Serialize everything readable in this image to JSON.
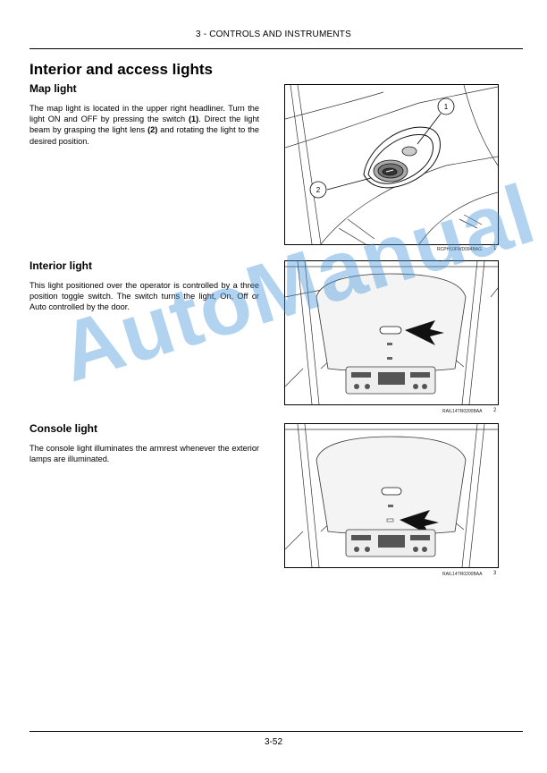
{
  "header": {
    "chapter": "3 - CONTROLS AND INSTRUMENTS"
  },
  "title": "Interior and access lights",
  "sections": [
    {
      "heading": "Map light",
      "text_parts": [
        "The map light is located in the upper right headliner. Turn the light ON and OFF by pressing the switch ",
        "(1)",
        ". Direct the light beam by grasping the light lens ",
        "(2)",
        " and rotating the light to the desired position."
      ],
      "figure": {
        "callouts": [
          "1",
          "2"
        ],
        "code": "RCPH10FWD094BAG",
        "number": "1"
      }
    },
    {
      "heading": "Interior light",
      "text": "This light positioned over the operator is controlled by a three position toggle switch. The switch turns the light, On, Off or Auto controlled by the door.",
      "figure": {
        "code": "RAIL14TR0200BAA",
        "number": "2"
      }
    },
    {
      "heading": "Console light",
      "text": "The console light illuminates the armrest whenever the exterior lamps are illuminated.",
      "figure": {
        "code": "RAIL14TR0200BAA",
        "number": "3"
      }
    }
  ],
  "footer": {
    "page_number": "3-52"
  },
  "watermark": {
    "text": "AutoManual",
    "color": "#4596dc"
  }
}
